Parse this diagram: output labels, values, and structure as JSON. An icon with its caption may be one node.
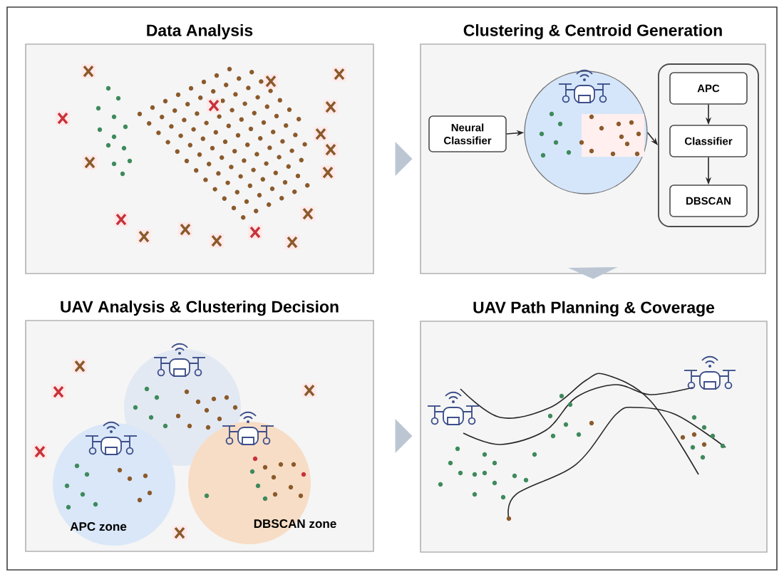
{
  "diagram": {
    "nodes": [
      {
        "text": [
          "Data Analysis"
        ]
      },
      {
        "text": [
          "Clustering & Centroid Generation"
        ]
      },
      {
        "text": [
          "UAV Analysis & Clustering Decision"
        ]
      },
      {
        "text": [
          "UAV Path Planning & Coverage"
        ]
      },
      {
        "text": [
          "Neural Classifier"
        ],
        "in": 1
      },
      {
        "text": [],
        "shape": "circle",
        "in": 1
      },
      {
        "text": [],
        "shape": "box",
        "in": 1
      },
      {
        "text": [
          "APC"
        ],
        "in": 6
      },
      {
        "text": [
          "Classifier"
        ],
        "in": 6
      },
      {
        "text": [
          "DBSCAN"
        ],
        "in": 6
      },
      {
        "text": [],
        "shape": "circle",
        "in": 2
      },
      {
        "text": [
          "APC zone"
        ],
        "in": 2
      },
      {
        "text": [
          "DBSCAN zone"
        ],
        "in": 2
      }
    ],
    "edges": [
      {
        "from": 0,
        "to": 1,
        "arrow": "to"
      },
      {
        "from": 1,
        "to": 3,
        "arrow": "to"
      },
      {
        "from": 2,
        "to": 3,
        "arrow": "to"
      },
      {
        "from": 4,
        "to": 5,
        "arrow": "to"
      },
      {
        "from": 5,
        "to": 6,
        "arrow": "to"
      },
      {
        "from": 7,
        "to": 8,
        "arrow": "to"
      },
      {
        "from": 8,
        "to": 9,
        "arrow": "to"
      }
    ]
  }
}
